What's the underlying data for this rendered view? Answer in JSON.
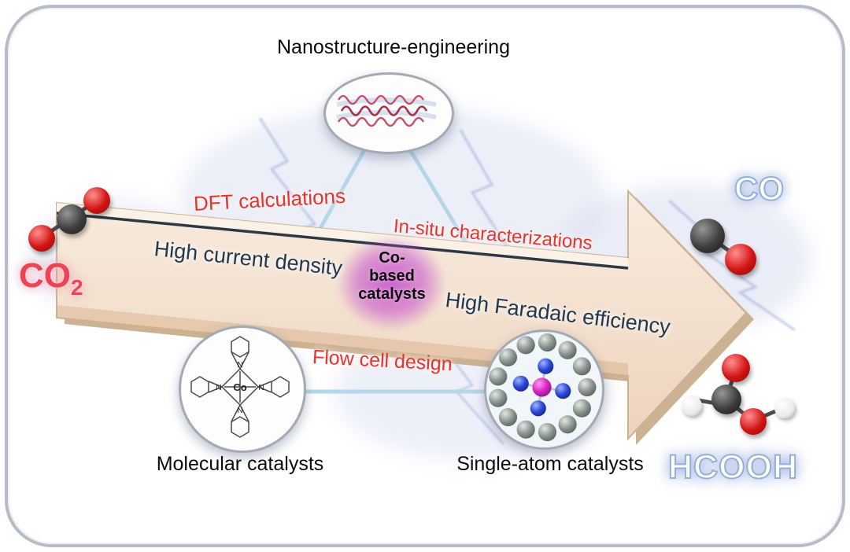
{
  "title": "Nanostructure-engineering",
  "center_catalyst": {
    "line1": "Co-",
    "line2": "based",
    "line3": "catalysts"
  },
  "molecular_node": {
    "label": "Molecular catalysts",
    "metal": "Co",
    "nitrogen": "N"
  },
  "single_atom_node": {
    "label": "Single-atom catalysts"
  },
  "arrow_labels": {
    "dft": "DFT calculations",
    "insitu": "In-situ characterizations",
    "high_current": "High current density",
    "high_faradaic": "High Faradaic efficiency",
    "flow_cell": "Flow cell design"
  },
  "species": {
    "reactant_formula": "CO",
    "reactant_subscript": "2",
    "product_co": "CO",
    "product_hcooh": "HCOOH"
  },
  "colors": {
    "accent_red": "#e5352b",
    "dark_navy": "#22384e",
    "arrow_beige": "#f2ddc9",
    "triangle_blue": "#b3d4e8",
    "catalyst_purple": "#c44ccc",
    "reactant_red": "#ea4455",
    "product_outline_blue": "#92b1d6"
  }
}
